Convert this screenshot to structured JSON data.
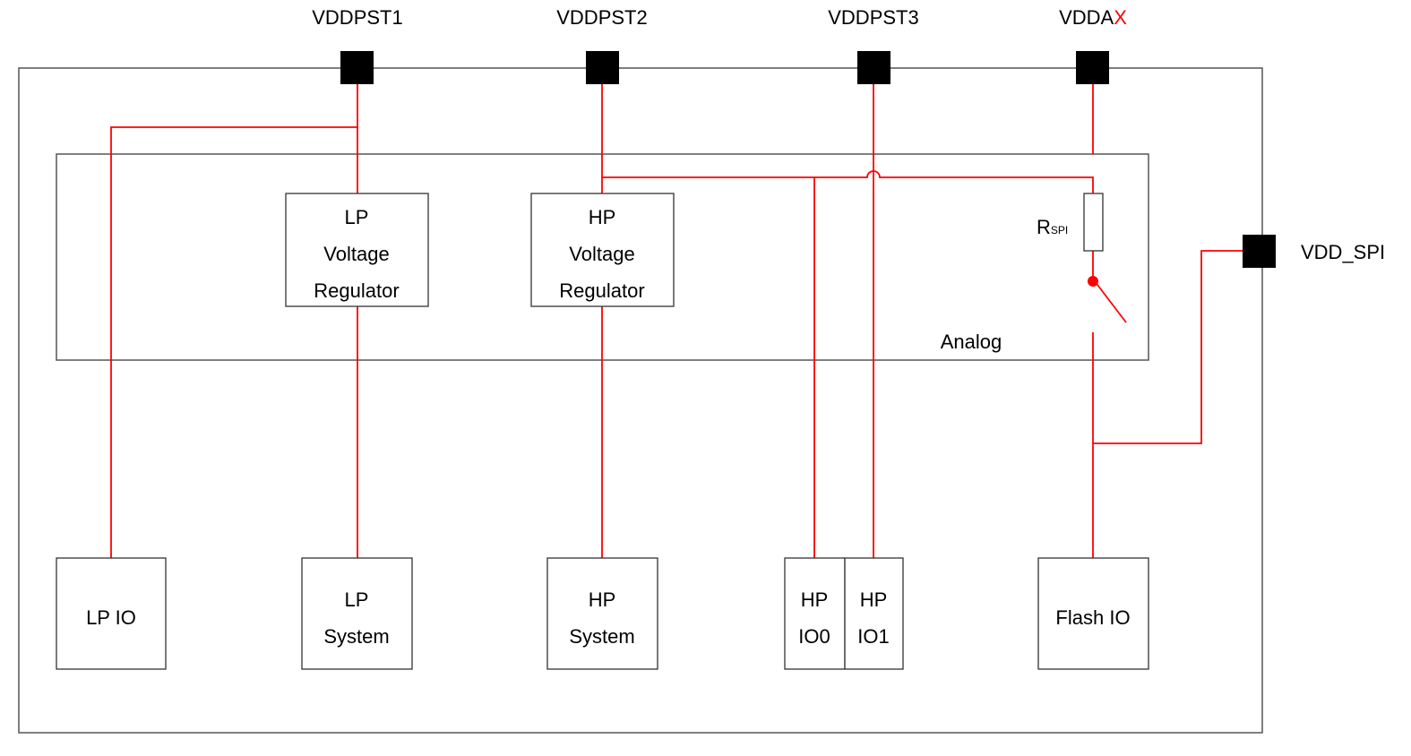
{
  "colors": {
    "wire": "#ff0000",
    "pad": "#000000",
    "outline": "#333333",
    "highlight_text": "#ff0000"
  },
  "pins": {
    "vddpst1": "VDDPST1",
    "vddpst2": "VDDPST2",
    "vddpst3": "VDDPST3",
    "vddax_prefix": "VDDA",
    "vddax_suffix": "X",
    "vdd_spi": "VDD_SPI"
  },
  "analog_domain": {
    "label": "Analog",
    "resistor_main": "R",
    "resistor_sub": "SPI"
  },
  "regulators": {
    "lp": [
      "LP",
      "Voltage",
      "Regulator"
    ],
    "hp": [
      "HP",
      "Voltage",
      "Regulator"
    ]
  },
  "blocks": {
    "lp_io": "LP IO",
    "lp_system": [
      "LP",
      "System"
    ],
    "hp_system": [
      "HP",
      "System"
    ],
    "hp_io0": [
      "HP",
      "IO0"
    ],
    "hp_io1": [
      "HP",
      "IO1"
    ],
    "flash_io": "Flash IO"
  }
}
